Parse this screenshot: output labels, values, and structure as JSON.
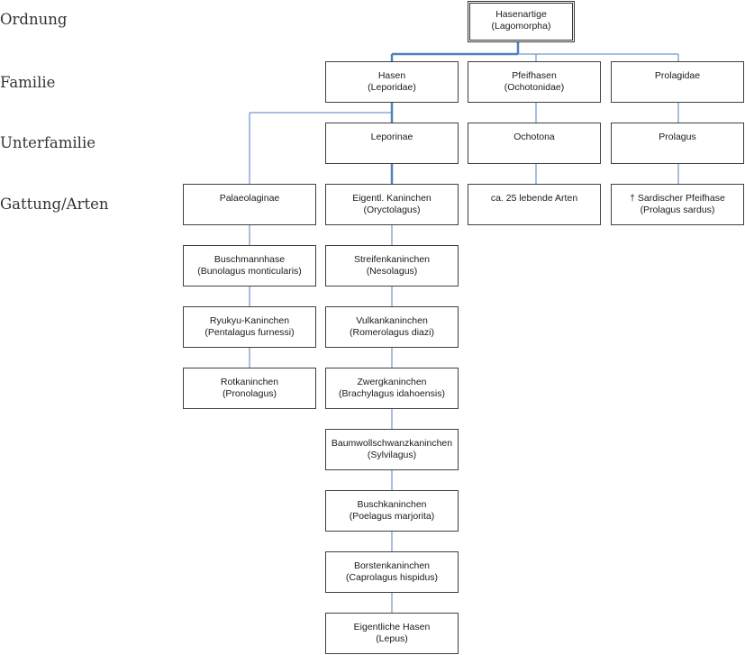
{
  "ranks": {
    "order": "Ordnung",
    "family": "Familie",
    "subfamily": "Unterfamilie",
    "genus": "Gattung/Arten"
  },
  "nodes": {
    "lagomorpha": {
      "name": "Hasenartige",
      "latin": "(Lagomorpha)"
    },
    "leporidae": {
      "name": "Hasen",
      "latin": "(Leporidae)"
    },
    "ochotonidae": {
      "name": "Pfeifhasen",
      "latin": "(Ochotonidae)"
    },
    "prolagidae": {
      "name": "Prolagidae",
      "latin": ""
    },
    "leporinae": {
      "name": "Leporinae",
      "latin": ""
    },
    "ochotona": {
      "name": "Ochotona",
      "latin": ""
    },
    "prolagus": {
      "name": "Prolagus",
      "latin": ""
    },
    "palaeolaginae": {
      "name": "Palaeolaginae",
      "latin": ""
    },
    "oryctolagus": {
      "name": "Eigentl. Kaninchen",
      "latin": "(Oryctolagus)"
    },
    "ochotona_species": {
      "name": "ca. 25 lebende Arten",
      "latin": ""
    },
    "prolagus_sardus": {
      "name": "† Sardischer Pfeifhase",
      "latin": "(Prolagus sardus)"
    },
    "bunolagus": {
      "name": "Buschmannhase",
      "latin": "(Bunolagus monticularis)"
    },
    "nesolagus": {
      "name": "Streifenkaninchen",
      "latin": "(Nesolagus)"
    },
    "pentalagus": {
      "name": "Ryukyu-Kaninchen",
      "latin": "(Pentalagus furnessi)"
    },
    "romerolagus": {
      "name": "Vulkankaninchen",
      "latin": "(Romerolagus diazi)"
    },
    "pronolagus": {
      "name": "Rotkaninchen",
      "latin": "(Pronolagus)"
    },
    "brachylagus": {
      "name": "Zwergkaninchen",
      "latin": "(Brachylagus idahoensis)"
    },
    "sylvilagus": {
      "name": "Baumwollschwanzkaninchen",
      "latin": "(Sylvilagus)"
    },
    "poelagus": {
      "name": "Buschkaninchen",
      "latin": "(Poelagus marjorita)"
    },
    "caprolagus": {
      "name": "Borstenkaninchen",
      "latin": "(Caprolagus hispidus)"
    },
    "lepus": {
      "name": "Eigentliche Hasen",
      "latin": "(Lepus)"
    }
  },
  "colors": {
    "connector": "#4f81bd",
    "box_border": "#404040"
  }
}
